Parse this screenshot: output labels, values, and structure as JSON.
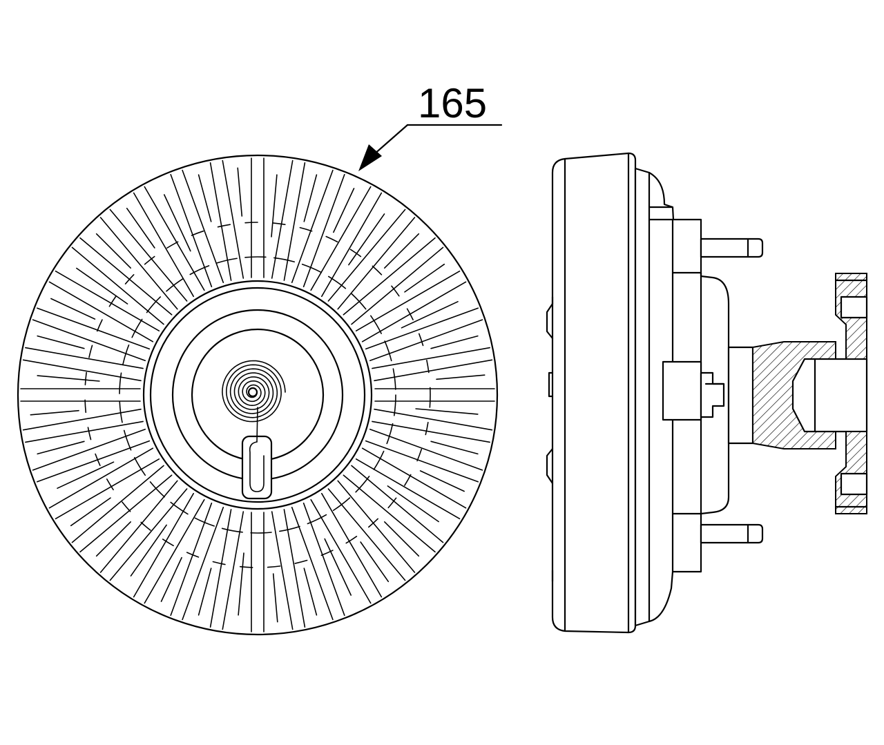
{
  "callout": {
    "label": "165"
  },
  "drawing": {
    "views": [
      "front-view",
      "side-view"
    ]
  }
}
